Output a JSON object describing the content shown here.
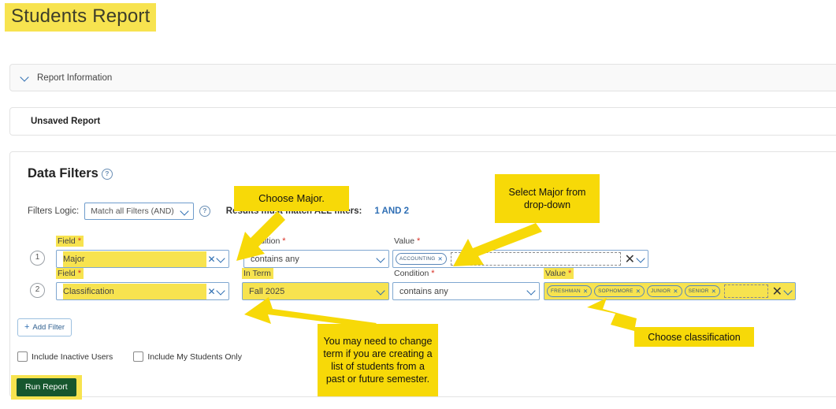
{
  "page": {
    "title": "Students Report"
  },
  "report_info": {
    "label": "Report Information",
    "chevron": "chevron-down-icon"
  },
  "unsaved": {
    "label": "Unsaved Report"
  },
  "data_filters": {
    "title": "Data Filters",
    "help_icon": "help-icon",
    "logic_label": "Filters Logic:",
    "logic_value": "Match all Filters (AND)",
    "results_text": "Results must match ALL filters:",
    "results_ids": "1 AND 2",
    "add_filter_label": "Add Filter",
    "add_filter_plus": "+",
    "checkboxes": [
      {
        "label": "Include Inactive Users",
        "checked": false
      },
      {
        "label": "Include My Students Only",
        "checked": false
      }
    ],
    "run_report_label": "Run Report",
    "rows": [
      {
        "number": "1",
        "field_label": "Field",
        "field_value": "Major",
        "condition_label": "Condition",
        "condition_value": "contains any",
        "value_label": "Value",
        "chips": [
          "ACCOUNTING"
        ]
      },
      {
        "number": "2",
        "field_label": "Field",
        "field_value": "Classification",
        "term_label": "In Term",
        "term_value": "Fall 2025",
        "condition_label": "Condition",
        "condition_value": "contains any",
        "value_label": "Value",
        "chips": [
          "FRESHMAN",
          "SOPHOMORE",
          "JUNIOR",
          "SENIOR"
        ]
      }
    ]
  },
  "annotations": {
    "choose_major": "Choose Major.",
    "select_major": "Select Major from drop-down",
    "change_term": "You may need to change term if you are creating a list of students from a past or future semester.",
    "choose_classification": "Choose classification"
  },
  "colors": {
    "highlight": "#f7e34f",
    "callout": "#f7d908",
    "run_report": "#16572e",
    "link_blue": "#2f6fb5",
    "required_red": "#d93025"
  }
}
